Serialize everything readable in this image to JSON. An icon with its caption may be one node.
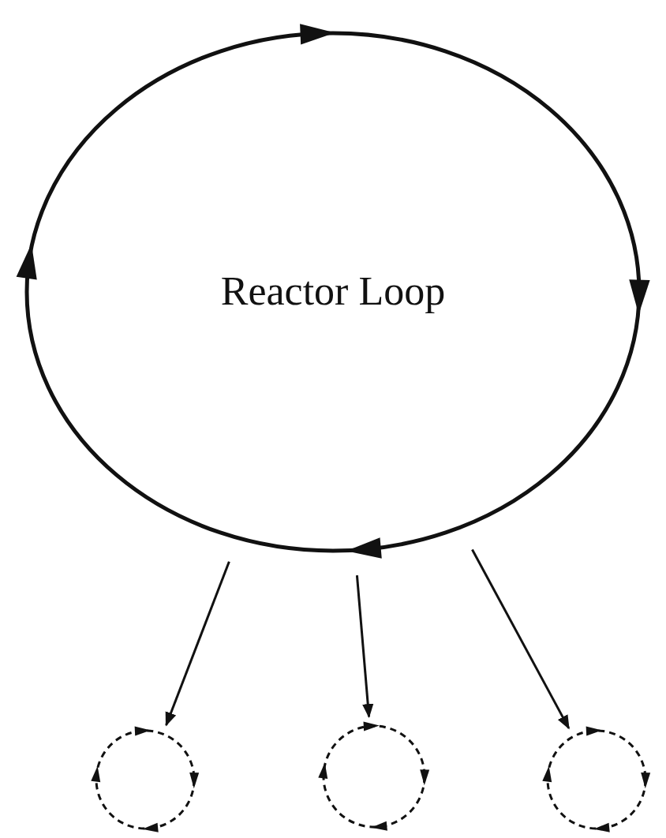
{
  "diagram": {
    "nodes": [
      {
        "text": [
          "Reactor Loop"
        ]
      },
      {
        "text": [],
        "shape": "circle"
      },
      {
        "text": [],
        "shape": "circle"
      },
      {
        "text": [],
        "shape": "circle"
      }
    ],
    "edges": [
      {
        "from": 0,
        "to": 1,
        "arrow": "to"
      },
      {
        "from": 0,
        "to": 2,
        "arrow": "to"
      },
      {
        "from": 0,
        "to": 3,
        "arrow": "to"
      }
    ]
  }
}
